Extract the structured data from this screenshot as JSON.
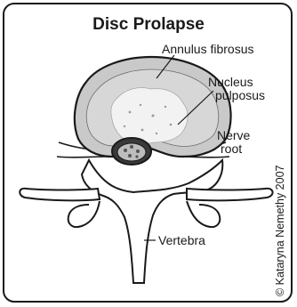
{
  "title": "Disc Prolapse",
  "labels": {
    "annulus": "Annulus fibrosus",
    "nucleus_line1": "Nucleus",
    "nucleus_line2": "pulposus",
    "nerve_line1": "Nerve",
    "nerve_line2": "root",
    "vertebra": "Vertebra"
  },
  "credit": "© Kataryna Nemethy 2007",
  "colors": {
    "outline": "#1a1a1a",
    "disc_fill": "#c9c9c9",
    "nucleus_fill": "#f2f2f2",
    "bone_fill": "#ffffff"
  }
}
